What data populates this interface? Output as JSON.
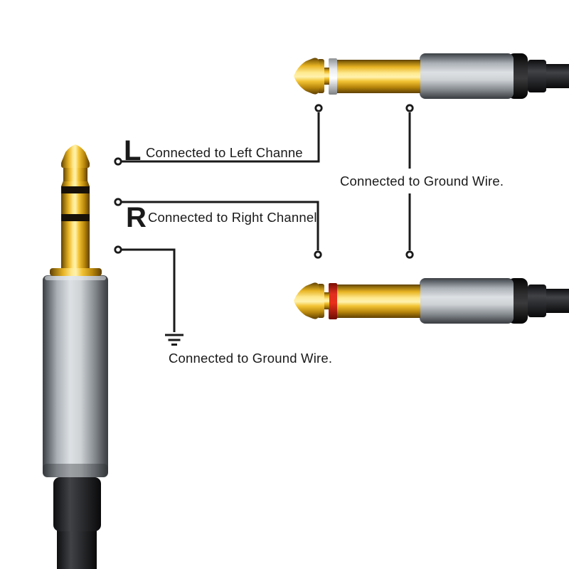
{
  "labels": {
    "left_channel_marker": "L",
    "left_channel_text": "Connected to Left Channe",
    "right_channel_marker": "R",
    "right_channel_text": "Connected to Right Channel",
    "ground_right_text": "Connected to Ground Wire.",
    "ground_bottom_text": "Connected to Ground Wire."
  },
  "connectors": {
    "top_right_plug_band_color": "white",
    "bottom_right_plug_band_color": "red"
  },
  "colors": {
    "line_color": "#1a1a1a",
    "text_color": "#1a1a1a",
    "gold_dark": "#5e3f04",
    "gold_mid": "#e8b424",
    "gold_bright": "#fff2ae",
    "metal_dark": "#3a3e42",
    "metal_mid": "#aab0b6",
    "metal_bright": "#dde1e4",
    "black_part": "#121214",
    "black_highlight": "#404246",
    "ring_white": "#ffffff",
    "ring_red": "#e8301a"
  }
}
